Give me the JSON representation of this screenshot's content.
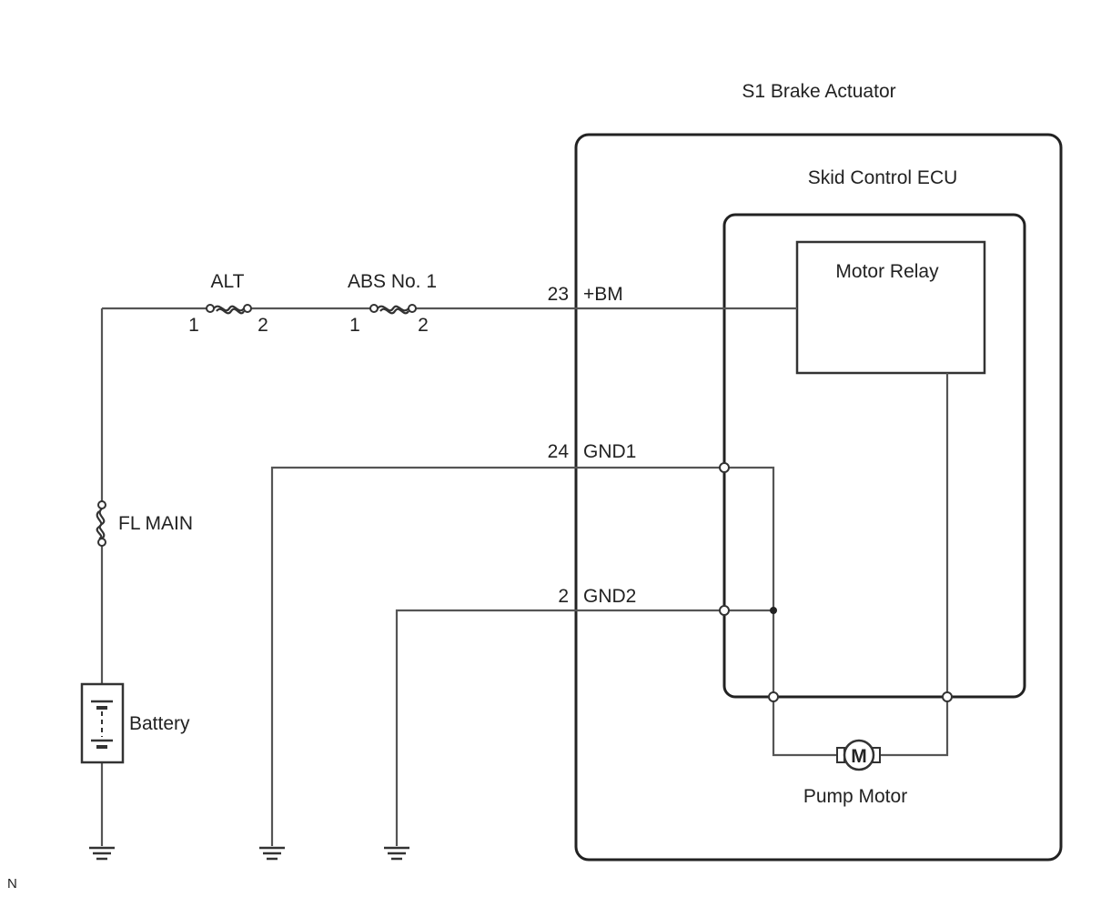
{
  "diagram": {
    "actuator_label": "S1 Brake Actuator",
    "ecu_label": "Skid Control ECU",
    "motor_relay_label": "Motor Relay",
    "pump_motor_label": "Pump Motor",
    "motor_symbol": "M",
    "fuse_alt": {
      "name": "ALT",
      "pin_left": "1",
      "pin_right": "2"
    },
    "fuse_abs": {
      "name": "ABS No. 1",
      "pin_left": "1",
      "pin_right": "2"
    },
    "fuse_fl_main": "FL MAIN",
    "battery_label": "Battery",
    "terminals": [
      {
        "pin": "23",
        "name": "+BM"
      },
      {
        "pin": "24",
        "name": "GND1"
      },
      {
        "pin": "2",
        "name": "GND2"
      }
    ],
    "footer_mark": "N",
    "colors": {
      "wire": "#555555",
      "outline": "#222222",
      "text": "#222222"
    }
  }
}
